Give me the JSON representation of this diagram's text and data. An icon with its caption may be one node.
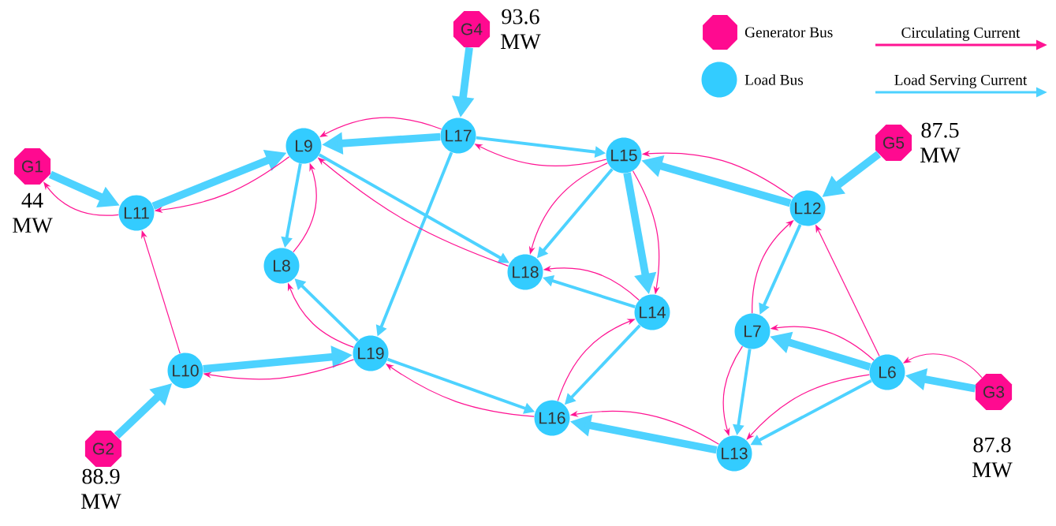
{
  "diagram": {
    "nodes": [
      {
        "text": [
          "G1"
        ],
        "beside": [
          "44 MW"
        ]
      },
      {
        "text": [
          "G2"
        ],
        "beside": [
          "88.9 MW"
        ]
      },
      {
        "text": [
          "G3"
        ],
        "beside": [
          "87.8 MW"
        ]
      },
      {
        "text": [
          "G4"
        ],
        "beside": [
          "93.6 MW"
        ]
      },
      {
        "text": [
          "G5"
        ],
        "beside": [
          "87.5 MW"
        ]
      },
      {
        "text": [
          "L6"
        ]
      },
      {
        "text": [
          "L7"
        ]
      },
      {
        "text": [
          "L8"
        ]
      },
      {
        "text": [
          "L9"
        ]
      },
      {
        "text": [
          "L10"
        ]
      },
      {
        "text": [
          "L11"
        ]
      },
      {
        "text": [
          "L12"
        ]
      },
      {
        "text": [
          "L13"
        ]
      },
      {
        "text": [
          "L14"
        ]
      },
      {
        "text": [
          "L15"
        ]
      },
      {
        "text": [
          "L16"
        ]
      },
      {
        "text": [
          "L17"
        ]
      },
      {
        "text": [
          "L18"
        ]
      },
      {
        "text": [
          "L19"
        ]
      }
    ],
    "edges": [
      {
        "from": 0,
        "to": 10,
        "arrow": "to",
        "style": "thick"
      },
      {
        "from": 10,
        "to": 0,
        "arrow": "to",
        "color": "#ff1493"
      },
      {
        "from": 10,
        "to": 8,
        "arrow": "to",
        "style": "thick"
      },
      {
        "from": 8,
        "to": 10,
        "arrow": "to",
        "color": "#ff1493"
      },
      {
        "from": 3,
        "to": 16,
        "arrow": "to",
        "style": "thick"
      },
      {
        "from": 16,
        "to": 8,
        "arrow": "to",
        "style": "thick"
      },
      {
        "from": 16,
        "to": 8,
        "arrow": "to",
        "color": "#ff1493"
      },
      {
        "from": 16,
        "to": 14,
        "arrow": "to"
      },
      {
        "from": 14,
        "to": 16,
        "arrow": "to",
        "color": "#ff1493"
      },
      {
        "from": 16,
        "to": 18,
        "arrow": "to"
      },
      {
        "from": 8,
        "to": 7,
        "arrow": "to"
      },
      {
        "from": 7,
        "to": 8,
        "arrow": "to",
        "color": "#ff1493"
      },
      {
        "from": 8,
        "to": 17,
        "arrow": "to"
      },
      {
        "from": 17,
        "to": 8,
        "arrow": "to",
        "color": "#ff1493"
      },
      {
        "from": 14,
        "to": 17,
        "arrow": "to"
      },
      {
        "from": 14,
        "to": 17,
        "arrow": "to",
        "color": "#ff1493"
      },
      {
        "from": 14,
        "to": 13,
        "arrow": "to",
        "style": "thick"
      },
      {
        "from": 14,
        "to": 13,
        "arrow": "to",
        "color": "#ff1493"
      },
      {
        "from": 11,
        "to": 14,
        "arrow": "to",
        "style": "thick"
      },
      {
        "from": 11,
        "to": 14,
        "arrow": "to",
        "color": "#ff1493"
      },
      {
        "from": 4,
        "to": 11,
        "arrow": "to",
        "style": "thick"
      },
      {
        "from": 11,
        "to": 6,
        "arrow": "to"
      },
      {
        "from": 6,
        "to": 11,
        "arrow": "to",
        "color": "#ff1493"
      },
      {
        "from": 5,
        "to": 11,
        "arrow": "to",
        "color": "#ff1493"
      },
      {
        "from": 13,
        "to": 17,
        "arrow": "to"
      },
      {
        "from": 13,
        "to": 17,
        "arrow": "to",
        "color": "#ff1493"
      },
      {
        "from": 13,
        "to": 15,
        "arrow": "to"
      },
      {
        "from": 15,
        "to": 13,
        "arrow": "to",
        "color": "#ff1493"
      },
      {
        "from": 1,
        "to": 9,
        "arrow": "to",
        "style": "thick"
      },
      {
        "from": 9,
        "to": 10,
        "arrow": "to",
        "color": "#ff1493"
      },
      {
        "from": 9,
        "to": 18,
        "arrow": "to",
        "style": "thick"
      },
      {
        "from": 18,
        "to": 9,
        "arrow": "to",
        "color": "#ff1493"
      },
      {
        "from": 18,
        "to": 7,
        "arrow": "to"
      },
      {
        "from": 18,
        "to": 7,
        "arrow": "to",
        "color": "#ff1493"
      },
      {
        "from": 18,
        "to": 15,
        "arrow": "to"
      },
      {
        "from": 15,
        "to": 18,
        "arrow": "to",
        "color": "#ff1493"
      },
      {
        "from": 12,
        "to": 15,
        "arrow": "to",
        "style": "thick"
      },
      {
        "from": 12,
        "to": 15,
        "arrow": "to",
        "color": "#ff1493"
      },
      {
        "from": 6,
        "to": 12,
        "arrow": "to"
      },
      {
        "from": 6,
        "to": 12,
        "arrow": "to",
        "color": "#ff1493"
      },
      {
        "from": 5,
        "to": 6,
        "arrow": "to",
        "style": "thick"
      },
      {
        "from": 5,
        "to": 6,
        "arrow": "to",
        "color": "#ff1493"
      },
      {
        "from": 5,
        "to": 12,
        "arrow": "to"
      },
      {
        "from": 5,
        "to": 12,
        "arrow": "to",
        "color": "#ff1493"
      },
      {
        "from": 2,
        "to": 5,
        "arrow": "to",
        "style": "thick"
      },
      {
        "from": 2,
        "to": 5,
        "arrow": "to",
        "color": "#ff1493"
      }
    ],
    "legend": [
      {
        "text": "Generator Bus"
      },
      {
        "text": "Load Bus"
      },
      {
        "text": "Circulating Current"
      },
      {
        "text": "Load Serving Current"
      }
    ]
  }
}
